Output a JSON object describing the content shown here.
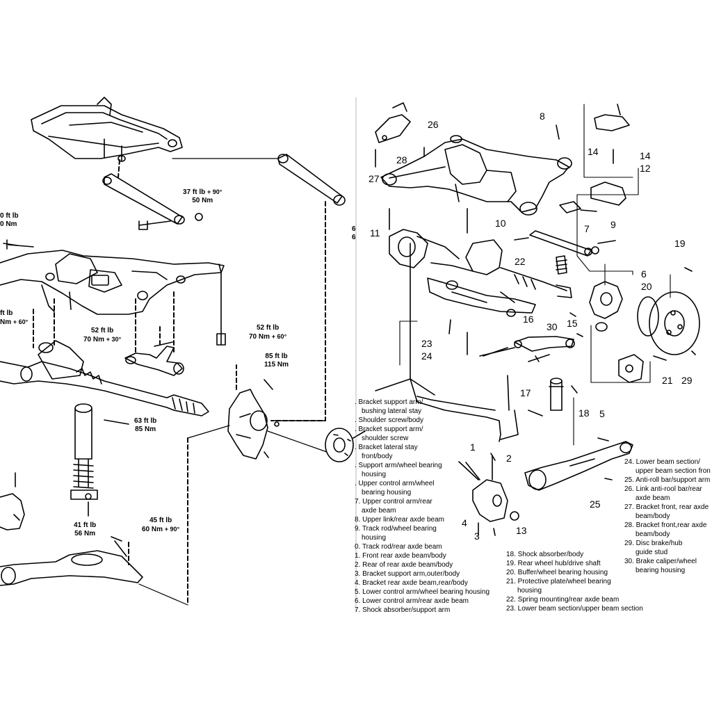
{
  "torques": [
    {
      "id": "t37",
      "ftlb": "37 ft lb",
      "nm": "50 Nm",
      "extra": "+ 90°"
    },
    {
      "id": "tcut",
      "ftlb": "0 ft lb",
      "nm": "0 Nm",
      "extra": ""
    },
    {
      "id": "t52a",
      "ftlb": "52 ft lb",
      "nm": "70 Nm",
      "extra": "+ 30°"
    },
    {
      "id": "tft",
      "ftlb": "ft lb",
      "nm": "Nm",
      "extra": "+ 60°"
    },
    {
      "id": "t52b",
      "ftlb": "52 ft lb",
      "nm": "70 Nm",
      "extra": "+ 60°"
    },
    {
      "id": "t85",
      "ftlb": "85 ft lb",
      "nm": "115 Nm",
      "extra": ""
    },
    {
      "id": "t63",
      "ftlb": "63 ft lb",
      "nm": "85 Nm",
      "extra": ""
    },
    {
      "id": "t41",
      "ftlb": "41 ft lb",
      "nm": "56 Nm",
      "extra": ""
    },
    {
      "id": "t45",
      "ftlb": "45 ft lb",
      "nm": "60 Nm",
      "extra": "+ 90°"
    }
  ],
  "cut_text": [
    "6",
    "6"
  ],
  "part_numbers": [
    "26",
    "8",
    "28",
    "14",
    "14",
    "12",
    "27",
    "11",
    "7",
    "10",
    "9",
    "19",
    "22",
    "6",
    "20",
    "16",
    "30",
    "15",
    "23",
    "24",
    "21",
    "29",
    "17",
    "18",
    "5",
    "1",
    "2",
    "25",
    "4",
    "13",
    "3"
  ],
  "legend_left": [
    ". Bracket support arm/",
    "bushing lateral stay",
    ". Shoulder screw/body",
    ". Bracket support arm/",
    "shoulder screw",
    ". Bracket lateral stay",
    "front/body",
    ". Support arm/wheel bearing",
    "housing",
    ". Upper control arm/wheel",
    "bearing housing",
    "7. Upper control arm/rear",
    "axde beam",
    "8. Upper link/rear axde beam",
    "9. Track rod/wheel bearing",
    "housing",
    "0. Track rod/rear axde beam",
    "1. Front rear axde beam/body",
    "2. Rear of rear axde beam/body",
    "3. Bracket support arm,outer/body",
    "4. Bracket rear axde beam,rear/body",
    "5. Lower control arm/wheel bearing housing",
    "6. Lower control arm/rear axde beam",
    "7. Shock absorber/support arm"
  ],
  "legend_mid": [
    "18. Shock absorber/body",
    "19. Rear wheel hub/drive shaft",
    "20. Buffer/wheel bearing housing",
    "21. Protective plate/wheel bearing",
    "housing",
    "22. Spring mounting/rear axde beam",
    "23. Lower beam section/upper beam section"
  ],
  "legend_right": [
    "24. Lower beam section/",
    "upper beam section fron",
    "25. Anti-roll bar/support arm",
    "26. Link anti-rool bar/rear",
    "axde beam",
    "27. Bracket front, rear axde",
    "beam/body",
    "28. Bracket front,rear axde",
    "beam/body",
    "29. Disc brake/hub",
    "guide stud",
    "30. Brake caliper/wheel",
    "bearing housing"
  ]
}
